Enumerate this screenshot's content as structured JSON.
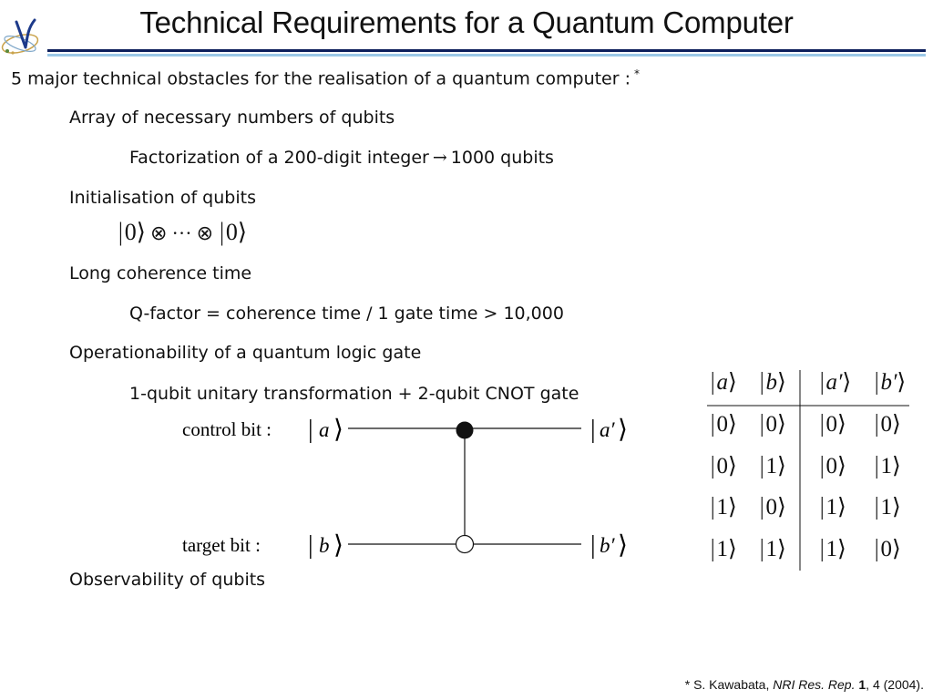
{
  "title": "Technical Requirements for a Quantum Computer",
  "intro": {
    "text": "5 major technical obstacles for the realisation of a quantum computer :",
    "mark": "*"
  },
  "items": [
    {
      "label": "Array of necessary numbers of qubits",
      "detail_left": "Factorization of a 200-digit integer",
      "arrow": "→",
      "detail_right": "1000 qubits"
    },
    {
      "label": "Initialisation of qubits",
      "ket_left": "0",
      "tensor": "⊗",
      "dots": "···",
      "ket_right": "0"
    },
    {
      "label": "Long coherence time",
      "detail": "Q-factor = coherence time / 1 gate time > 10,000"
    },
    {
      "label": "Operationability of a quantum logic gate",
      "detail": "1-qubit unitary transformation + 2-qubit CNOT gate"
    },
    {
      "label": "Observability of qubits"
    }
  ],
  "circuit": {
    "control_label": "control bit  :",
    "target_label": "target bit  :",
    "control_in": "a",
    "control_out": "a′",
    "target_in": "b",
    "target_out": "b′"
  },
  "truth_table": {
    "headers": [
      "a",
      "b",
      "a′",
      "b′"
    ],
    "rows": [
      [
        "0",
        "0",
        "0",
        "0"
      ],
      [
        "0",
        "1",
        "0",
        "1"
      ],
      [
        "1",
        "0",
        "1",
        "1"
      ],
      [
        "1",
        "1",
        "1",
        "0"
      ]
    ]
  },
  "footnote": {
    "mark": "*",
    "authors": "S. Kawabata,",
    "journal": "NRI Res. Rep.",
    "volume": "1",
    "pages": ", 4 (2004)."
  },
  "colors": {
    "rule_dark": "#0d1f5c",
    "rule_light": "#9cc9e8",
    "text": "#111111"
  }
}
